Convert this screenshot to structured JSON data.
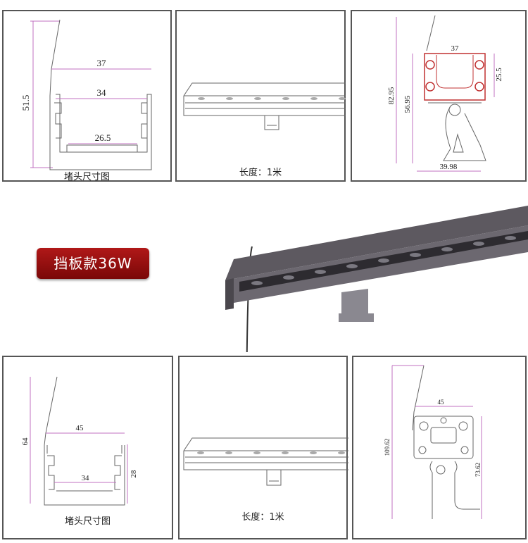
{
  "top_row": {
    "profile": {
      "dims": [
        "37",
        "34",
        "26.5",
        "51.5"
      ],
      "caption": "堵头尺寸图"
    },
    "side": {
      "caption": "长度：1米"
    },
    "bracket": {
      "dims": [
        "37",
        "82.95",
        "56.95",
        "25.5",
        "39.98"
      ]
    }
  },
  "badge": {
    "label": "挡板款36W",
    "color": "#9a1010"
  },
  "bottom_row": {
    "profile": {
      "dims": [
        "45",
        "34",
        "64",
        "28"
      ],
      "caption": "堵头尺寸图"
    },
    "side": {
      "caption": "长度：1米"
    },
    "bracket": {
      "dims": [
        "45",
        "109.62",
        "73.62"
      ]
    }
  }
}
